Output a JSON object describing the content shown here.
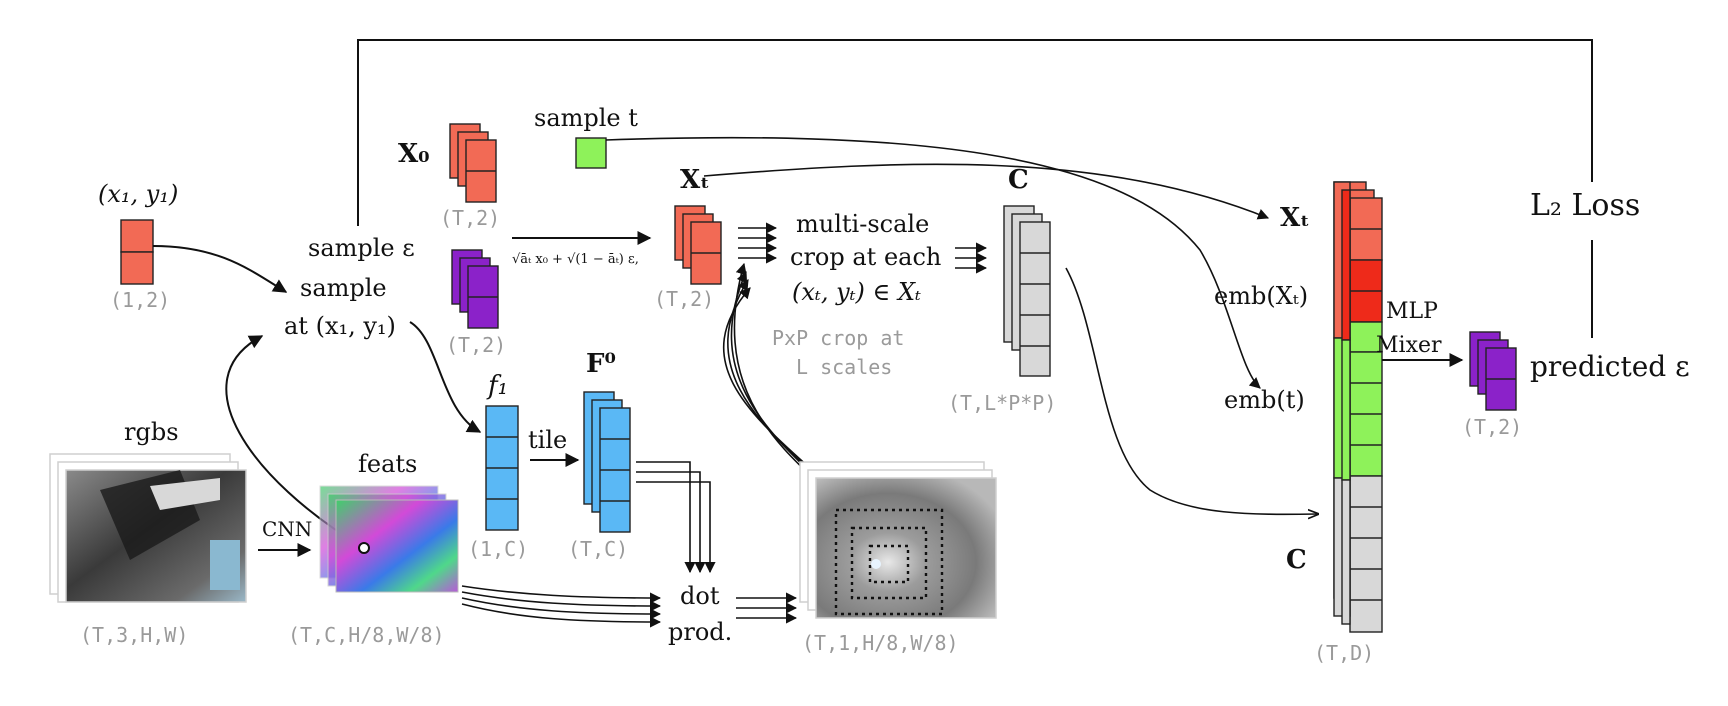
{
  "colors": {
    "orange": "#f26a55",
    "purple": "#8b22c9",
    "green": "#8ef25a",
    "blue": "#5ab8f5",
    "gray": "#d8d8d8",
    "red": "#ee2a1a"
  },
  "labels": {
    "xy1": "(x₁, y₁)",
    "shape_1_2": "(1,2)",
    "sample_eps": "sample ε",
    "sample": "sample",
    "at_xy1": "at (x₁, y₁)",
    "x0": "X₀",
    "shape_T2_x0": "(T,2)",
    "shape_T2_eps": "(T,2)",
    "sample_t": "sample t",
    "formula": "√āₜ x₀ + √(1 − āₜ) ε,",
    "xt": "Xₜ",
    "shape_T2_xt": "(T,2)",
    "crop_line1": "multi-scale",
    "crop_line2": "crop at each",
    "crop_line3": "(xₜ, yₜ) ∈ Xₜ",
    "pxp_line1": "PxP crop at",
    "pxp_line2": "L scales",
    "c_top": "C",
    "shape_c": "(T,L*P*P)",
    "f1": "f₁",
    "shape_f1": "(1,C)",
    "tile": "tile",
    "f0": "F⁰",
    "shape_f0": "(T,C)",
    "rgbs": "rgbs",
    "shape_rgbs": "(T,3,H,W)",
    "cnn": "CNN",
    "feats": "feats",
    "shape_feats": "(T,C,H/8,W/8)",
    "dot": "dot",
    "prod": "prod.",
    "shape_heat": "(T,1,H/8,W/8)",
    "xt_right": "Xₜ",
    "emb_xt": "emb(Xₜ)",
    "emb_t": "emb(t)",
    "c_right": "C",
    "shape_d": "(T,D)",
    "mlp": "MLP",
    "mixer": "Mixer",
    "shape_pred": "(T,2)",
    "predicted": "predicted ε",
    "l2_loss": "L₂ Loss"
  }
}
